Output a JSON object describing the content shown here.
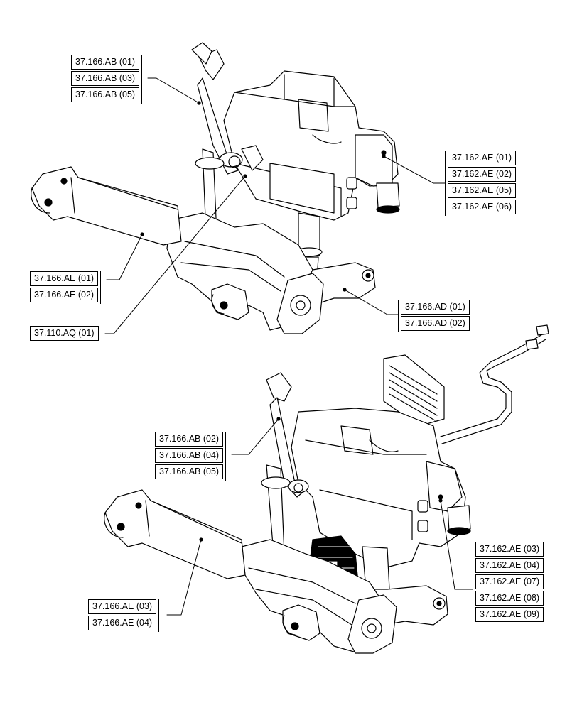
{
  "labels": {
    "top_ab": [
      "37.166.AB (01)",
      "37.166.AB (03)",
      "37.166.AB (05)"
    ],
    "top_ae_right": [
      "37.162.AE (01)",
      "37.162.AE (02)",
      "37.162.AE (05)",
      "37.162.AE (06)"
    ],
    "top_ae_left": [
      "37.166.AE (01)",
      "37.166.AE (02)"
    ],
    "top_ad": [
      "37.166.AD (01)",
      "37.166.AD (02)"
    ],
    "top_aq": [
      "37.110.AQ (01)"
    ],
    "bottom_ab": [
      "37.166.AB (02)",
      "37.166.AB (04)",
      "37.166.AB (05)"
    ],
    "bottom_ae_right": [
      "37.162.AE (03)",
      "37.162.AE (04)",
      "37.162.AE (07)",
      "37.162.AE (08)",
      "37.162.AE (09)"
    ],
    "bottom_ae_left": [
      "37.166.AE (03)",
      "37.166.AE (04)"
    ]
  }
}
